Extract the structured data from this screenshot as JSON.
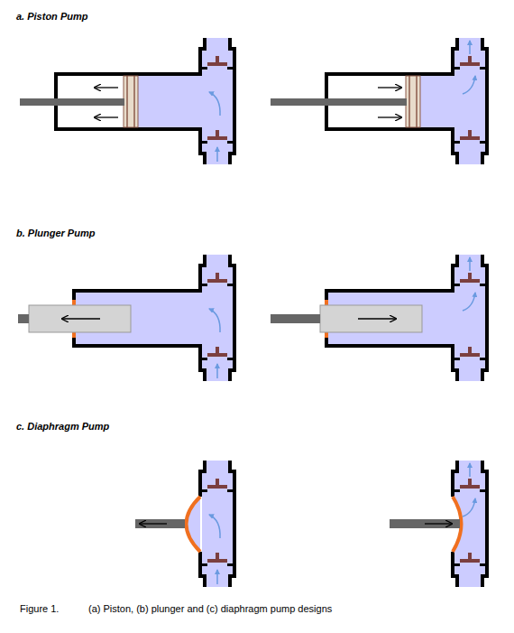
{
  "diagram": {
    "labels": [
      "a. Piston Pump",
      "b. Plunger Pump",
      "c. Diaphragm Pump",
      "Figure 1.",
      "(a) Piston, (b) plunger and (c) diaphragm pump designs"
    ]
  }
}
